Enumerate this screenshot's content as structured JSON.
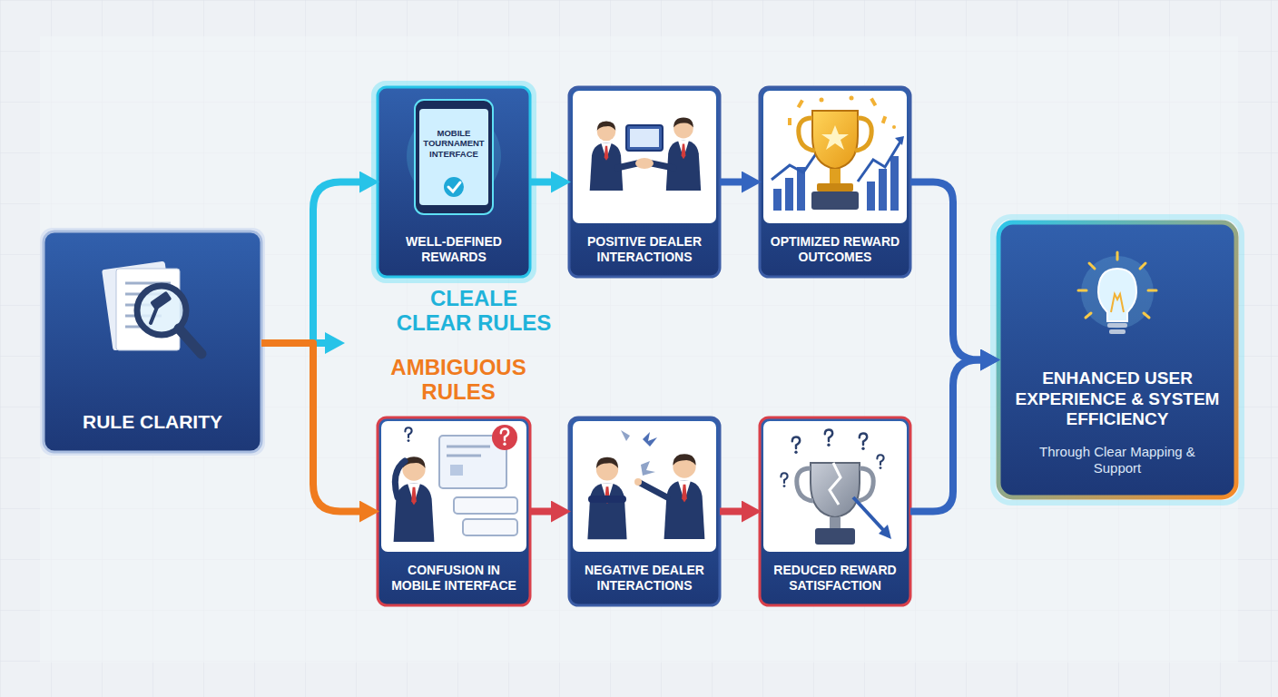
{
  "diagram": {
    "nodes": [
      {
        "text": [
          "RULE CLARITY"
        ]
      },
      {
        "text": [
          "MOBILE TOURNAMENT INTERFACE",
          "WELL-DEFINED REWARDS"
        ]
      },
      {
        "text": [
          "POSITIVE DEALER INTERACTIONS"
        ]
      },
      {
        "text": [
          "OPTIMIZED REWARD OUTCOMES"
        ]
      },
      {
        "text": [
          "CONFUSION IN MOBILE INTERFACE"
        ]
      },
      {
        "text": [
          "NEGATIVE DEALER INTERACTIONS"
        ]
      },
      {
        "text": [
          "REDUCED REWARD SATISFACTION"
        ]
      },
      {
        "text": [
          "ENHANCED USER EXPERIENCE & SYSTEM EFFICIENCY",
          "Through Clear Mapping & Support"
        ]
      }
    ],
    "edges": [
      {
        "from": 0,
        "to": 1,
        "arrow": "to"
      },
      {
        "from": 0,
        "to": 4,
        "arrow": "to"
      },
      {
        "from": 1,
        "to": 2,
        "arrow": "to"
      },
      {
        "from": 2,
        "to": 3,
        "arrow": "to"
      },
      {
        "from": 4,
        "to": 5,
        "arrow": "to"
      },
      {
        "from": 5,
        "to": 6,
        "arrow": "to"
      },
      {
        "from": 3,
        "to": 7,
        "arrow": "to"
      },
      {
        "from": 6,
        "to": 7,
        "arrow": "to"
      }
    ],
    "labels": [
      "CLEALE CLEAR RULES",
      "AMBIGUOUS RULES"
    ]
  }
}
